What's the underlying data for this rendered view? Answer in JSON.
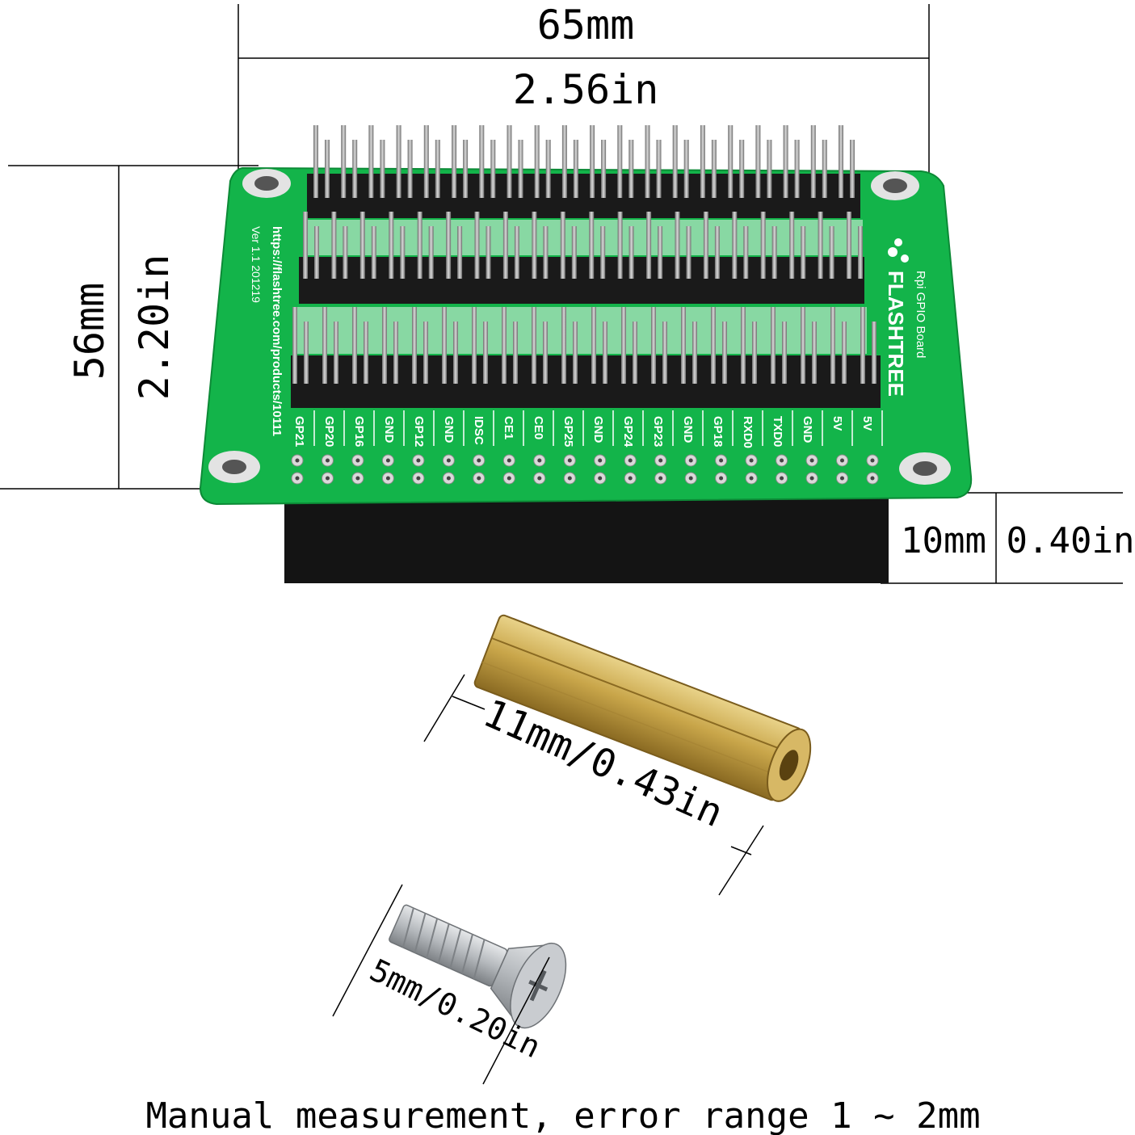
{
  "dimensions": {
    "width_mm": "65mm",
    "width_in": "2.56in",
    "height_mm": "56mm",
    "height_in": "2.20in",
    "header_height_mm": "10mm",
    "header_height_in": "0.40in",
    "standoff": "11mm/0.43in",
    "screw": "5mm/0.20in"
  },
  "board": {
    "brand": "FLASHTREE",
    "product": "Rpi GPIO Board",
    "url": "https://flashtree.com/products/10111",
    "version": "Ver 1.1 201219",
    "pin_labels": [
      "GP21",
      "GP20",
      "GP16",
      "GND",
      "GP12",
      "GND",
      "IDSC",
      "CE1",
      "CE0",
      "GP25",
      "GND",
      "GP24",
      "GP23",
      "GND",
      "GP18",
      "RXD0",
      "TXD0",
      "GND",
      "5V",
      "5V"
    ],
    "colors": {
      "pcb": "#13b44a",
      "header": "#141414",
      "brass": "#c9a64a",
      "screw": "#b8bcc0"
    }
  },
  "footer": {
    "note": "Manual measurement, error range 1 ~ 2mm"
  }
}
